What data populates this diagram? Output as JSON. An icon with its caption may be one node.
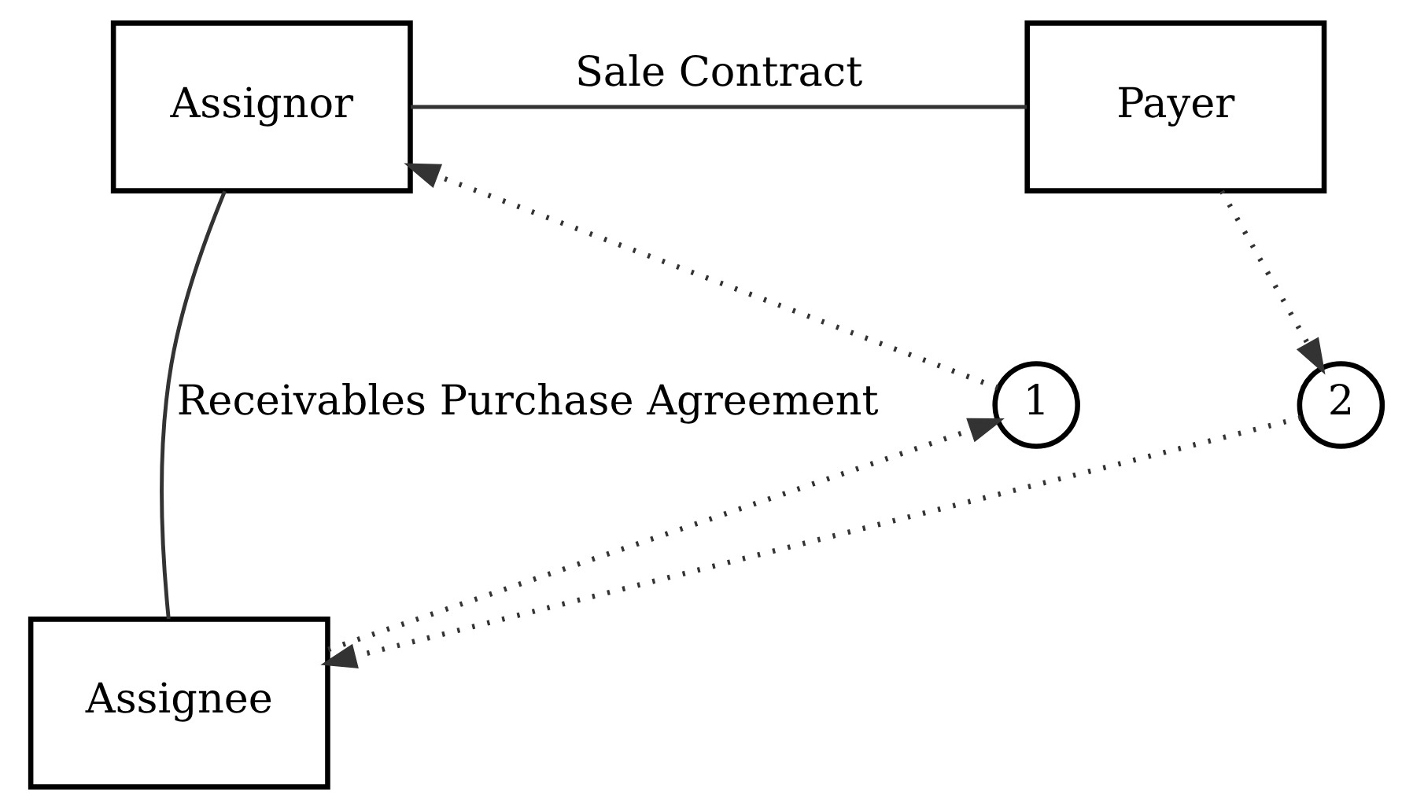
{
  "diagram": {
    "nodes": [
      {
        "text": [
          "Assignor"
        ]
      },
      {
        "text": [
          "Payer"
        ]
      },
      {
        "text": [
          "Assignee"
        ]
      },
      {
        "text": [
          "1"
        ]
      },
      {
        "text": [
          "2"
        ]
      }
    ],
    "edges": [
      {
        "from": 0,
        "to": 1,
        "arrow": "none",
        "label": "Sale Contract"
      },
      {
        "from": 0,
        "to": 2,
        "arrow": "none",
        "label": "Receivables Purchase Agreement"
      },
      {
        "from": 2,
        "to": 3,
        "arrow": "to",
        "style": "dashed"
      },
      {
        "from": 3,
        "to": 0,
        "arrow": "to",
        "style": "dashed"
      },
      {
        "from": 1,
        "to": 4,
        "arrow": "to",
        "style": "dashed"
      },
      {
        "from": 4,
        "to": 2,
        "arrow": "to",
        "style": "dashed"
      }
    ]
  }
}
